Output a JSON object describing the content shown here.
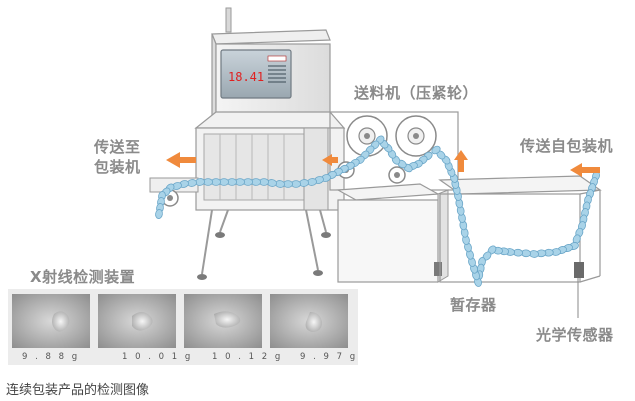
{
  "labels": {
    "to_packaging": [
      "传送至",
      "包装机"
    ],
    "feeder": "送料机（压紧轮）",
    "from_packaging": "传送自包装机",
    "xray": "X射线检测装置",
    "buffer": "暂存器",
    "optical_sensor": "光学传感器",
    "caption": "连续包装产品的检测图像"
  },
  "screen": {
    "reading": "18.41"
  },
  "samples": [
    {
      "weight": "9 . 8 8 g"
    },
    {
      "weight": "1 0 . 0 1 g"
    },
    {
      "weight": "1 0 . 1 2 g"
    },
    {
      "weight": "9 . 9 7 g"
    }
  ],
  "colors": {
    "arrow": "#f08a3c",
    "label": "#8a8a8a",
    "package": "#a9d3e8",
    "package_edge": "#6aa6c8",
    "machine": "#e7e7e7",
    "screen": "#b9c4cc",
    "stop_button": "#e01e1e"
  },
  "icons": {
    "direction": "arrow-left-icon",
    "flow_up": "arrow-up-icon",
    "stop": "stop-button-icon"
  }
}
